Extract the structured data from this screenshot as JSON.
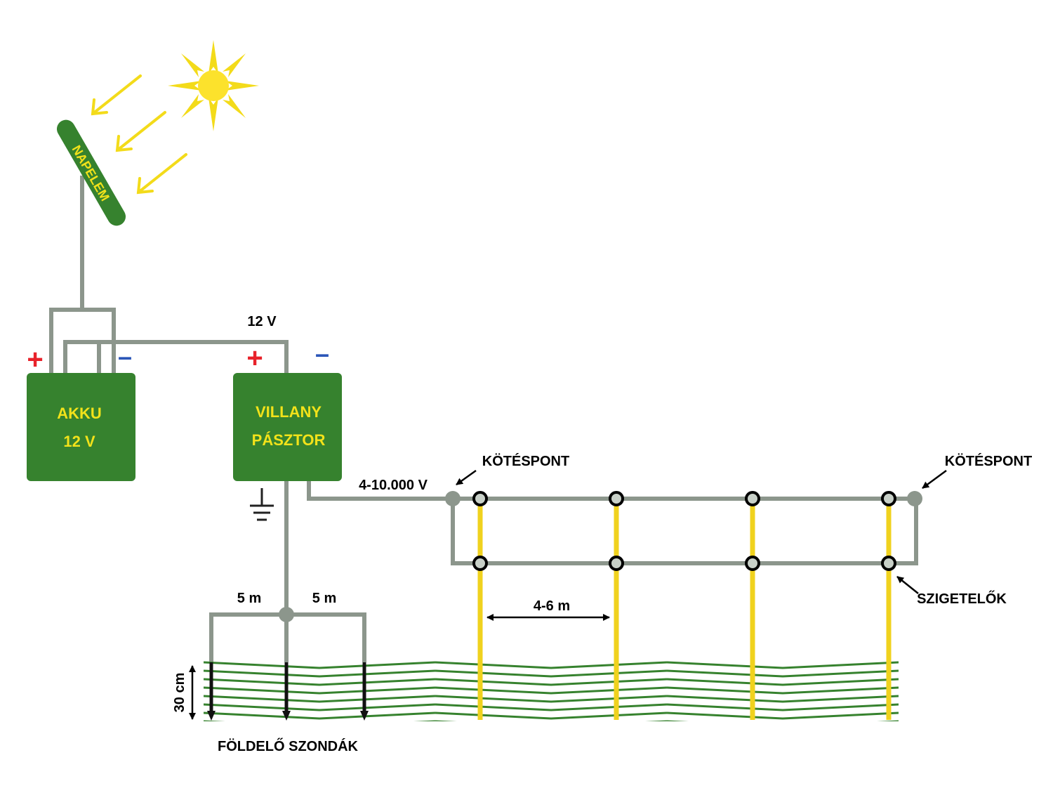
{
  "colors": {
    "wire": "#8c968c",
    "box": "#36822e",
    "box_text": "#f2e21a",
    "sun": "#f3db1a",
    "sun_center": "#fce22c",
    "post": "#f0d21e",
    "plus": "#e8222a",
    "minus": "#2b56b8",
    "ground_hatch": "#36822e",
    "label": "#000000"
  },
  "icons": [
    "sun-icon",
    "ground-symbol-icon",
    "arrow-icon"
  ],
  "solar_panel": {
    "label": "NAPELEM"
  },
  "battery": {
    "line1": "AKKU",
    "line2": "12 V"
  },
  "energizer": {
    "line1": "VILLANY",
    "line2": "PÁSZTOR"
  },
  "labels": {
    "supply_voltage": "12 V",
    "fence_voltage": "4-10.000 V",
    "junction_left": "KÖTÉSPONT",
    "junction_right": "KÖTÉSPONT",
    "insulators": "SZIGETELŐK",
    "post_spacing": "4-6 m",
    "ground_dist_left": "5 m",
    "ground_dist_right": "5 m",
    "probe_depth": "30 cm",
    "ground_probes": "FÖLDELŐ SZONDÁK",
    "plus_sign": "+",
    "minus_sign": "–"
  }
}
